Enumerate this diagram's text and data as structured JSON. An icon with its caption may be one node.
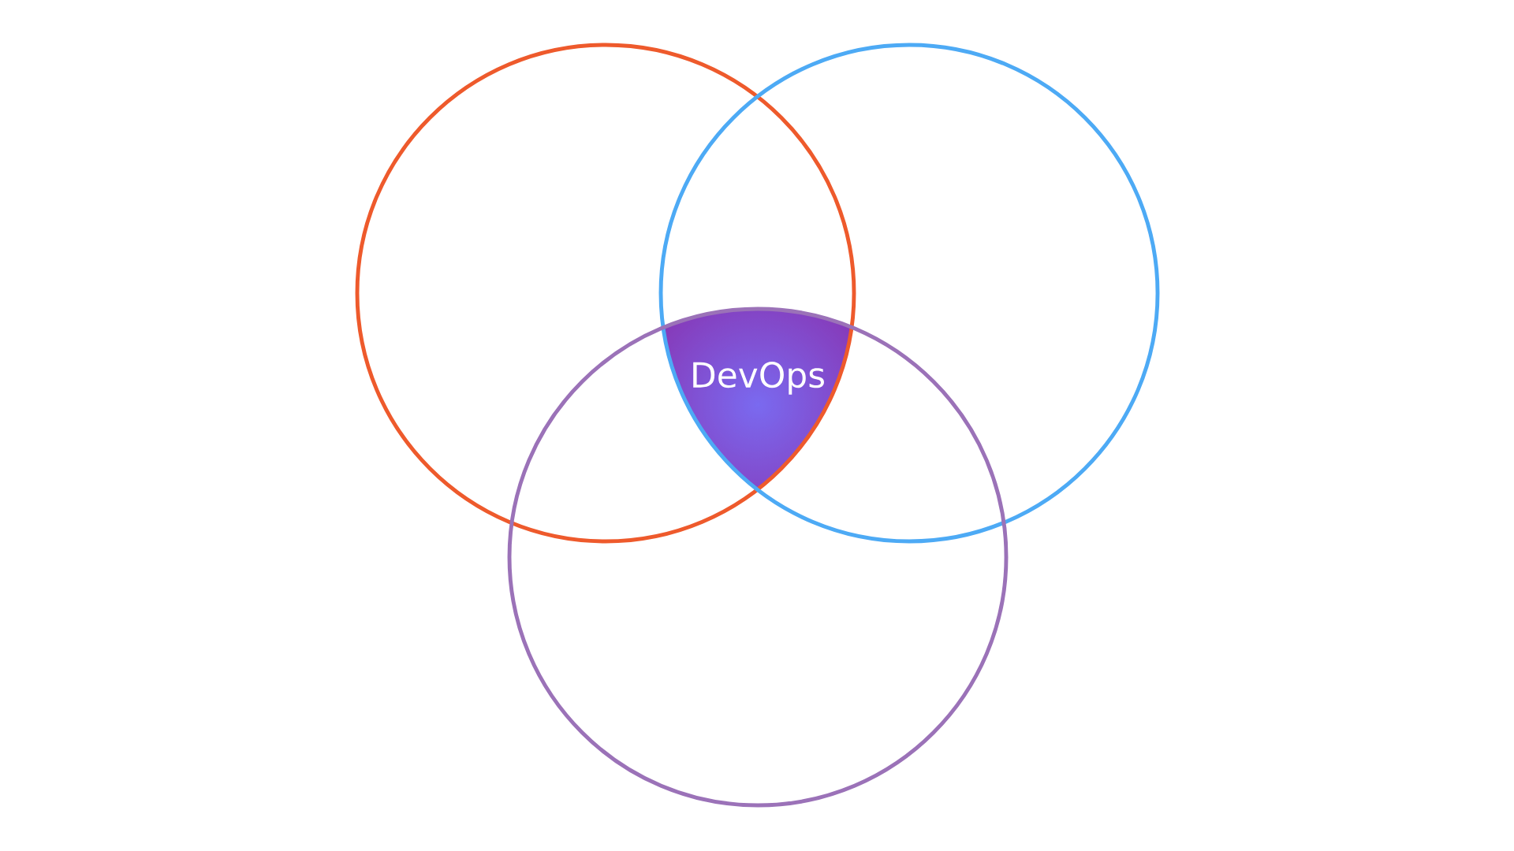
{
  "diagram": {
    "nodes": [
      {
        "text": [],
        "shape": "circle"
      },
      {
        "text": [],
        "shape": "circle"
      },
      {
        "text": [],
        "shape": "circle"
      },
      {
        "text": [
          "DevOps"
        ]
      }
    ]
  }
}
